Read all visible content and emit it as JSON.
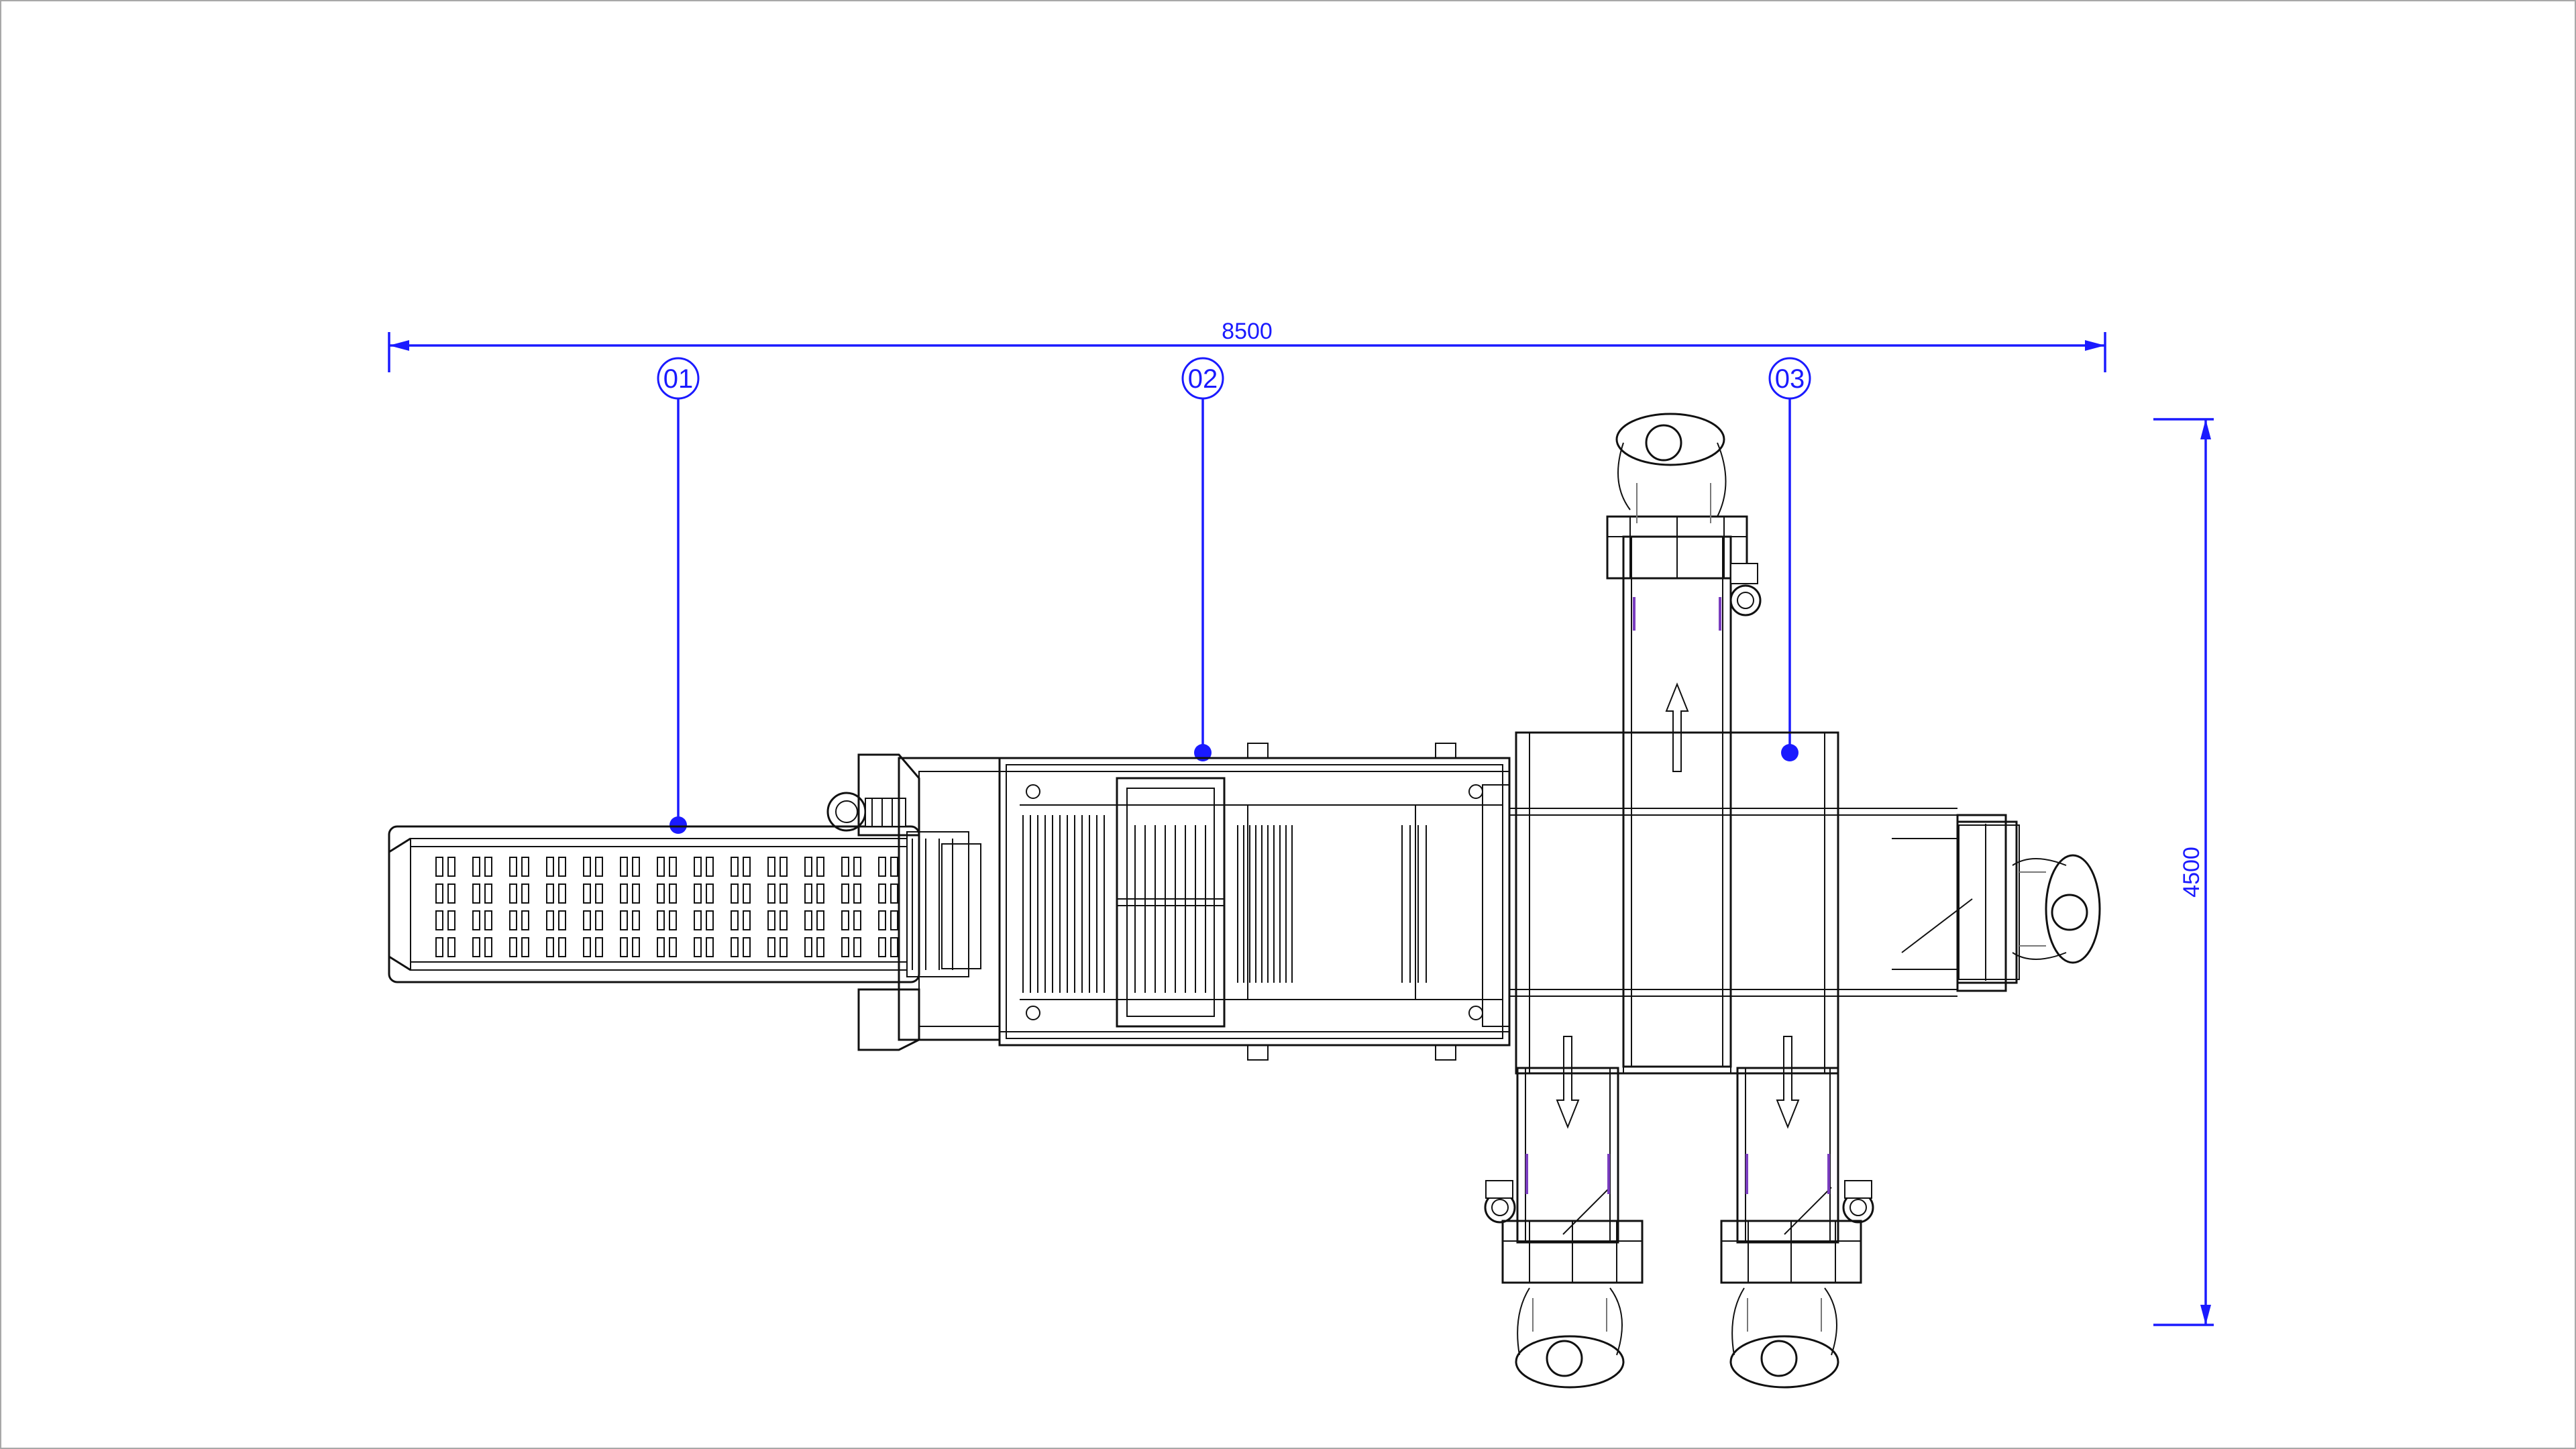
{
  "dimensions": {
    "width_label": "8500",
    "height_label": "4500"
  },
  "callouts": [
    {
      "id": "callout-01",
      "label": "01"
    },
    {
      "id": "callout-02",
      "label": "02"
    },
    {
      "id": "callout-03",
      "label": "03"
    }
  ],
  "colors": {
    "annotation": "#1a1aff",
    "linework": "#111111",
    "frame": "#a8a8a8"
  }
}
